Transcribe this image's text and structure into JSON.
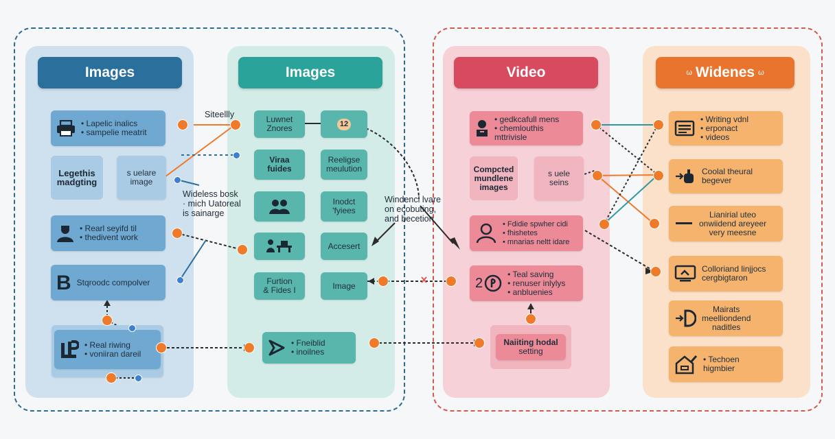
{
  "columns": [
    {
      "title": "Images",
      "color": "#2b6f9c"
    },
    {
      "title": "Images",
      "color": "#2aa39a"
    },
    {
      "title": "Video",
      "color": "#d84a5e"
    },
    {
      "title_prefix": "ω",
      "title": "Widenes",
      "title_suffix": "ω",
      "color": "#e8742e"
    }
  ],
  "col1": {
    "card1": {
      "line1": "• Lapelic inalics",
      "line2": "• sampelie meatrit"
    },
    "card2": "Legethis madgting",
    "card3": {
      "line1": "s uelare",
      "line2": "image"
    },
    "card4": {
      "line1": "• Rearl seyifd til",
      "line2": "• thedivent work"
    },
    "card5": {
      "icon": "B",
      "text": "Stqroodc compolver"
    },
    "card6": {
      "line1": "• Real riwing",
      "line2": "• voniiran dareil"
    }
  },
  "col2": {
    "card1": {
      "line1": "Luwnet",
      "line2": "Znores"
    },
    "card1_badge": "12",
    "card2": {
      "line1": "Viraa",
      "line2": "fuides"
    },
    "card3": {
      "line1": "Reeligse",
      "line2": "meulution"
    },
    "card5": {
      "line1": "Inodct",
      "line2": "'fyiees"
    },
    "card7": "Accesert",
    "card8": {
      "line1": "Furtion",
      "line2": "& Fides I"
    },
    "card9": "Image",
    "card10": {
      "line1": "• Fneiblid",
      "line2": "• inoilnes"
    }
  },
  "col3": {
    "card1": {
      "line1": "• gedkcafull mens",
      "line2": "• chemlouthis",
      "line3": "mttrivisle"
    },
    "card2": {
      "line1": "Compcted",
      "line2": "mundlene",
      "line3": "images"
    },
    "card3": {
      "line1": "s uele",
      "line2": "seins"
    },
    "card4": {
      "line1": "• Fdidie spwher cidi",
      "line2": "• fhishetes",
      "line3": "• mnarias neltt idare"
    },
    "card5": {
      "icon": "2",
      "line1": "• Teal saving",
      "line2": "• renuser inlylys",
      "line3": "• anbluenies"
    },
    "card6": {
      "line1": "Naiiting hodal",
      "line2": "setting"
    }
  },
  "col4": {
    "card1": {
      "line1": "• Writing vdnl",
      "line2": "• erponact",
      "line3": "• videos"
    },
    "card2": {
      "line1": "Coolal theural",
      "line2": "begever"
    },
    "card3": {
      "line1": "Lianirial uteo",
      "line2": "onwiidend areyeer",
      "line3": "very meesne"
    },
    "card4": {
      "line1": "Colloriand linjjocs",
      "line2": "cergbigtaron"
    },
    "card5": {
      "line1": "Mairats",
      "line2": "meelliondend",
      "line3": "naditles"
    },
    "card6": {
      "line1": "• Techoen",
      "line2": "higmbier"
    }
  },
  "annotations": {
    "siteelly": "Siteellly",
    "wideless": {
      "line1": "Wideless bosk",
      "line2": "· mich Uatoreal",
      "line3": "is sainarge"
    },
    "windencl": {
      "line1": "Windencl lvare",
      "line2": "on ecobuting,",
      "line3": "and becetion"
    }
  },
  "colors": {
    "connector_orange": "#ee7a2a",
    "connector_dark": "#2b2b2b",
    "connector_teal": "#2a9aa0",
    "node_blue": "#3d7fd1"
  }
}
